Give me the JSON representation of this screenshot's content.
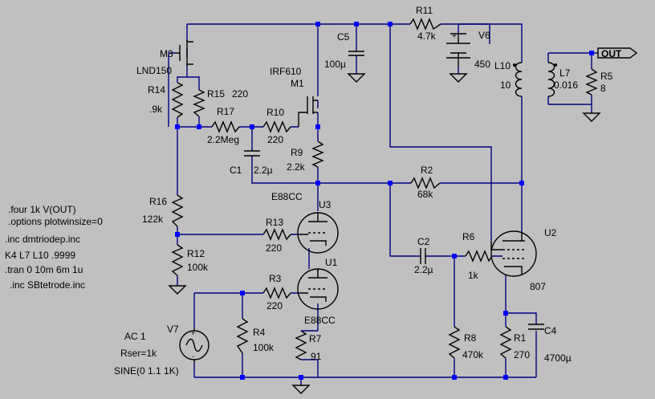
{
  "directives": [
    ".four 1k V(OUT)",
    ".options plotwinsize=0",
    ".inc dmtriodep.inc",
    "K4 L7 L10 .9999",
    ".tran 0 10m 6m 1u",
    ".inc SBtetrode.inc"
  ],
  "output_label": "OUT",
  "components": {
    "M3": {
      "name": "M3",
      "model": "LND150"
    },
    "M1": {
      "name": "M1",
      "model": "IRF610"
    },
    "R14": {
      "name": "R14",
      "value": ".9k"
    },
    "R15": {
      "name": "R15",
      "value": "220"
    },
    "R17": {
      "name": "R17",
      "value": "2.2Meg"
    },
    "R10": {
      "name": "R10",
      "value": "220"
    },
    "R9": {
      "name": "R9",
      "value": "2.2k"
    },
    "C1": {
      "name": "C1",
      "value": "2.2µ"
    },
    "C5": {
      "name": "C5",
      "value": "100µ"
    },
    "R11": {
      "name": "R11",
      "value": "4.7k"
    },
    "V6": {
      "name": "V6",
      "value": "450"
    },
    "L10": {
      "name": "L10",
      "value": "10"
    },
    "L7": {
      "name": "L7",
      "value": "0.016"
    },
    "R5": {
      "name": "R5",
      "value": "8"
    },
    "R16": {
      "name": "R16",
      "value": "122k"
    },
    "R2": {
      "name": "R2",
      "value": "68k"
    },
    "U3": {
      "name": "U3",
      "model": "E88CC"
    },
    "R13": {
      "name": "R13",
      "value": "220"
    },
    "R12": {
      "name": "R12",
      "value": "100k"
    },
    "U1": {
      "name": "U1",
      "model": "E88CC"
    },
    "R3": {
      "name": "R3",
      "value": "220"
    },
    "R4": {
      "name": "R4",
      "value": "100k"
    },
    "R7": {
      "name": "R7",
      "value": "91"
    },
    "V7": {
      "name": "V7",
      "line1": "AC 1",
      "line2": "Rser=1k",
      "line3": "SINE(0 1.1 1K)"
    },
    "C2": {
      "name": "C2",
      "value": "2.2µ"
    },
    "R6": {
      "name": "R6",
      "value": "1k"
    },
    "U2": {
      "name": "U2",
      "model": "807"
    },
    "R8": {
      "name": "R8",
      "value": "470k"
    },
    "R1": {
      "name": "R1",
      "value": "270"
    },
    "C4": {
      "name": "C4",
      "value": "4700µ"
    }
  }
}
